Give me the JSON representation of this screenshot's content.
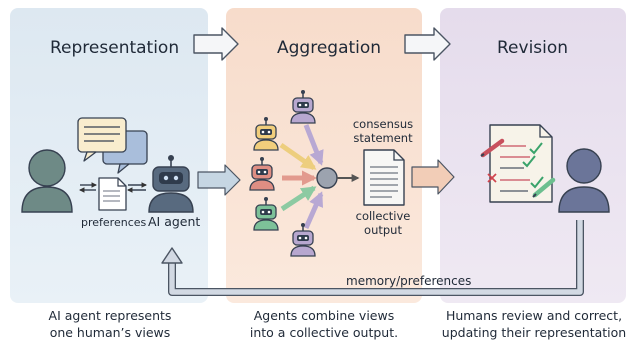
{
  "stages": {
    "representation": "Representation",
    "aggregation": "Aggregation",
    "revision": "Revision"
  },
  "labels": {
    "preferences": "preferences",
    "ai_agent": "AI agent",
    "consensus_statement": "consensus\nstatement",
    "collective_output": "collective\noutput",
    "memory_preferences": "memory/preferences"
  },
  "captions": {
    "representation": "AI agent represents\none human’s views",
    "aggregation": "Agents combine views\ninto a collective output.",
    "revision": "Humans review and correct,\nupdating their representation"
  },
  "colors": {
    "representation_panel": "#dde8f1",
    "aggregation_panel": "#f7dccb",
    "revision_panel": "#e5dcec",
    "person": "#6e8a86",
    "revision_person": "#6b7599",
    "robot_body": "#586a7f",
    "robot_yellow": "#f1ce7c",
    "robot_purple": "#b7a7cf",
    "robot_red": "#df8e83",
    "robot_green": "#7dc199",
    "arrow_red": "#e29a8e",
    "arrow_yellow": "#edce7e",
    "arrow_purple": "#b8a8d3",
    "arrow_green": "#8ccaa2"
  }
}
